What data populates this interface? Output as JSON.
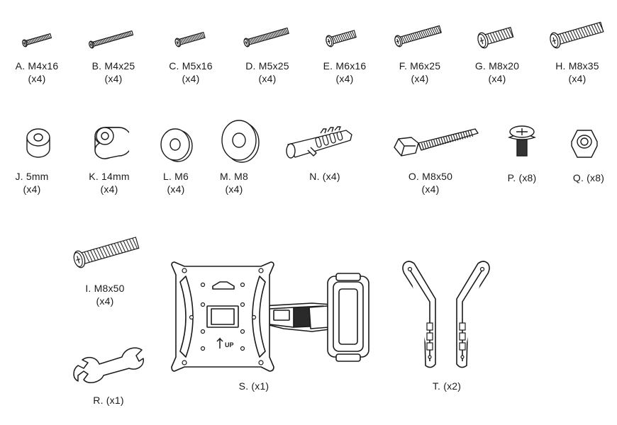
{
  "parts": {
    "A": {
      "name": "A. M4x16",
      "qty": "(x4)"
    },
    "B": {
      "name": "B. M4x25",
      "qty": "(x4)"
    },
    "C": {
      "name": "C. M5x16",
      "qty": "(x4)"
    },
    "D": {
      "name": "D. M5x25",
      "qty": "(x4)"
    },
    "E": {
      "name": "E. M6x16",
      "qty": "(x4)"
    },
    "F": {
      "name": "F. M6x25",
      "qty": "(x4)"
    },
    "G": {
      "name": "G. M8x20",
      "qty": "(x4)"
    },
    "H": {
      "name": "H. M8x35",
      "qty": "(x4)"
    },
    "J": {
      "name": "J. 5mm",
      "qty": "(x4)"
    },
    "K": {
      "name": "K. 14mm",
      "qty": "(x4)"
    },
    "L": {
      "name": "L. M6",
      "qty": "(x4)"
    },
    "M": {
      "name": "M. M8",
      "qty": "(x4)"
    },
    "N": {
      "name": "N. (x4)"
    },
    "O": {
      "name": "O. M8x50",
      "qty": "(x4)"
    },
    "P": {
      "name": "P. (x8)"
    },
    "Q": {
      "name": "Q. (x8)"
    },
    "I": {
      "name": "I. M8x50",
      "qty": "(x4)"
    },
    "R": {
      "name": "R. (x1)"
    },
    "S": {
      "name": "S. (x1)",
      "mark": "UP"
    },
    "T": {
      "name": "T. (x2)"
    }
  },
  "colors": {
    "line": "#1a1a1a",
    "fill": "#ffffff",
    "shade": "#9a9a9a"
  }
}
